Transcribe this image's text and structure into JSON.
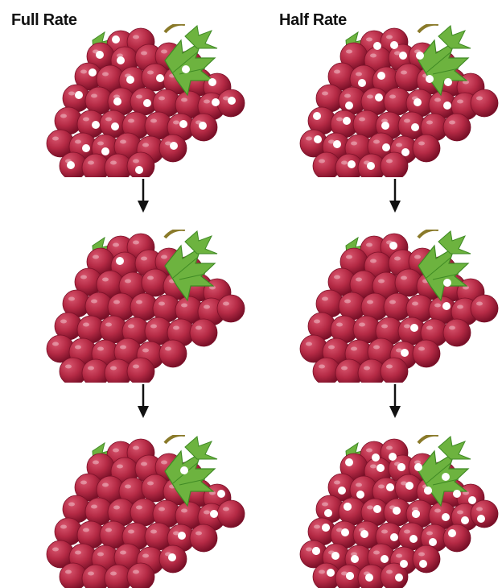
{
  "columns": [
    {
      "title": "Full Rate",
      "dots_per_stage": [
        22,
        1,
        5
      ]
    },
    {
      "title": "Half Rate",
      "dots_per_stage": [
        22,
        5,
        46
      ]
    }
  ],
  "colors": {
    "grape_dark": "#7a1028",
    "grape_mid": "#b52a45",
    "grape_light": "#d9566f",
    "leaf": "#6db33f",
    "leaf_dark": "#3f8a24",
    "stem": "#8a7a2a",
    "dot": "#ffffff",
    "arrow": "#111111"
  }
}
